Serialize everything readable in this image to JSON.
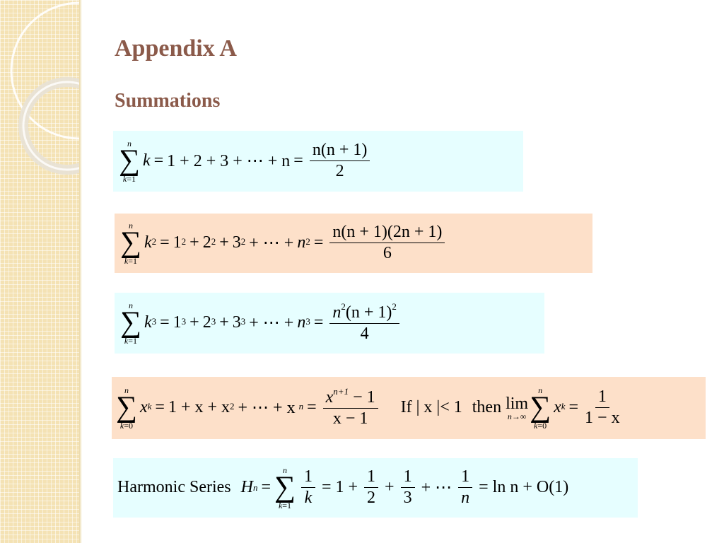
{
  "slide": {
    "title": "Appendix A",
    "subtitle": "Summations"
  },
  "formulas": {
    "f1": {
      "upper": "n",
      "lower_var": "k",
      "lower_rest": "=1",
      "lhs": "k",
      "eq1": "=",
      "series": "1 + 2 + 3 + ⋯ + n",
      "eq2": "=",
      "num": "n(n + 1)",
      "den": "2"
    },
    "f2": {
      "upper": "n",
      "lower_var": "k",
      "lower_rest": "=1",
      "lhs": "k",
      "lhs_exp": "2",
      "eq1": "=",
      "t1": "1",
      "t2": "2",
      "t3": "3",
      "tn": "n",
      "exp": "2",
      "plus": "+",
      "dots": "+ ⋯ +",
      "eq2": "=",
      "num": "n(n + 1)(2n + 1)",
      "den": "6"
    },
    "f3": {
      "upper": "n",
      "lower_var": "k",
      "lower_rest": "=1",
      "lhs": "k",
      "lhs_exp": "3",
      "eq1": "=",
      "t1": "1",
      "t2": "2",
      "t3": "3",
      "tn": "n",
      "exp": "3",
      "plus": "+",
      "dots": "+ ⋯ +",
      "eq2": "=",
      "num_a": "n",
      "num_a_exp": "2",
      "num_b": "(n + 1)",
      "num_b_exp": "2",
      "den": "4"
    },
    "f4": {
      "upper": "n",
      "lower_var": "k",
      "lower_rest": "=0",
      "lhs": "x",
      "lhs_exp": "k",
      "eq1": "=",
      "series_a": "1 + x + x",
      "series_a_exp": "2",
      "series_b": "+ ⋯ + x",
      "series_b_exp": "n",
      "eq2": "=",
      "num": "x",
      "num_exp": "n+1",
      "num_rest": "− 1",
      "den": "x − 1",
      "cond": "If | x |< 1",
      "then": "then",
      "lim": "lim",
      "lim_sub_var": "n",
      "lim_sub_rest": "→∞",
      "upper2": "n",
      "lower2_var": "k",
      "lower2_rest": "=0",
      "rhs_base": "x",
      "rhs_exp": "k",
      "eq3": "=",
      "rhs_num": "1",
      "rhs_den": "1 − x"
    },
    "f5": {
      "label": "Harmonic Series",
      "H": "H",
      "H_sub": "n",
      "eq1": "=",
      "upper": "n",
      "lower_var": "k",
      "lower_rest": "=1",
      "f_num": "1",
      "f_den": "k",
      "eq2": "= 1 +",
      "h_num": "1",
      "h_den": "2",
      "plus": "+",
      "t_num": "1",
      "t_den": "3",
      "dots": "+ ⋯",
      "n_num": "1",
      "n_den": "n",
      "tail": "= ln n + O(1)"
    }
  }
}
